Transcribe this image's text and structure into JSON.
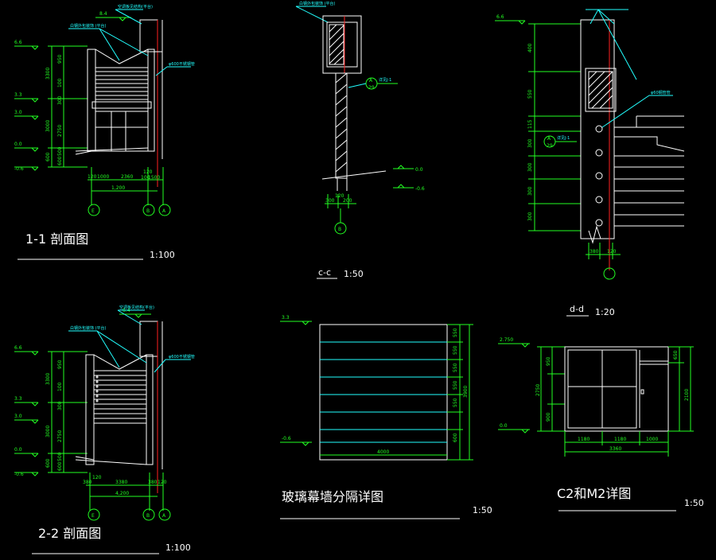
{
  "palette": {
    "background": "#000000",
    "lines": "#ffffff",
    "dimensions": "#22ff22",
    "annotation": "#22ffff",
    "axis": "#ff2020"
  },
  "titles": {
    "s11": "1-1  剖面图",
    "s11_scale": "1:100",
    "s22": "2-2  剖面图",
    "s22_scale": "1:100",
    "cc": "c-c",
    "cc_scale": "1:50",
    "dd": "d-d",
    "dd_scale": "1:20",
    "glass": "玻璃幕墙分隔详图",
    "glass_scale": "1:50",
    "c2m2": "C2和M2详图",
    "c2m2_scale": "1:50"
  },
  "labels": {
    "cap_note": "空调板见结构(平台)",
    "cap_note2": "白钢外包装饰 (平台)",
    "rail_note": "φ600不锈钢管",
    "cc_top_note": "白钢外包装饰 (平台)",
    "dd_note": "φ60钢管管",
    "detail_a": "A",
    "detail_num": "29",
    "detail_tag": "详见J-1",
    "axis_e": "E",
    "axis_b": "B",
    "axis_a": "A"
  },
  "s11": {
    "elev": [
      "6.6",
      "8.4",
      "3.3",
      "3.0",
      "0.0",
      "-0.6"
    ],
    "left_dims": [
      "3300",
      "3000",
      "600"
    ],
    "left_sub": [
      "950",
      "100",
      "300",
      "2750",
      "500",
      "600"
    ],
    "bottom_dims": [
      "120",
      "1000",
      "2360",
      "120",
      "100",
      "1500"
    ],
    "total": "1,200"
  },
  "s22": {
    "elev": [
      "6.6",
      "8.4",
      "3.3",
      "3.0",
      "0.0",
      "-0.6"
    ],
    "left_dims": [
      "3300",
      "3000",
      "600"
    ],
    "left_sub": [
      "950",
      "100",
      "300",
      "2750",
      "500",
      "600"
    ],
    "bottom_dims": [
      "380",
      "120",
      "3380",
      "380",
      "120"
    ],
    "total": "4,200"
  },
  "cc": {
    "elev": [
      "0.0",
      "-0.6"
    ],
    "bottom_dims": [
      "300",
      "120",
      "200"
    ]
  },
  "dd": {
    "elev": "6.6",
    "dims": [
      "400",
      "550",
      "115",
      "300",
      "300",
      "300",
      "300"
    ],
    "bottom_dims": [
      "380",
      "120"
    ]
  },
  "glass": {
    "elev": [
      "3.3",
      "-0.6"
    ],
    "dims": [
      "550",
      "550",
      "550",
      "550",
      "550",
      "600"
    ],
    "total_h": "3900",
    "width": "4000"
  },
  "c2m2": {
    "elev": [
      "2.750",
      "0.0"
    ],
    "left_dims": [
      "950",
      "2750",
      "900"
    ],
    "right_dims": [
      "650",
      "2100"
    ],
    "bottom_dims": [
      "1180",
      "1180",
      "1000"
    ],
    "total": "3360"
  }
}
